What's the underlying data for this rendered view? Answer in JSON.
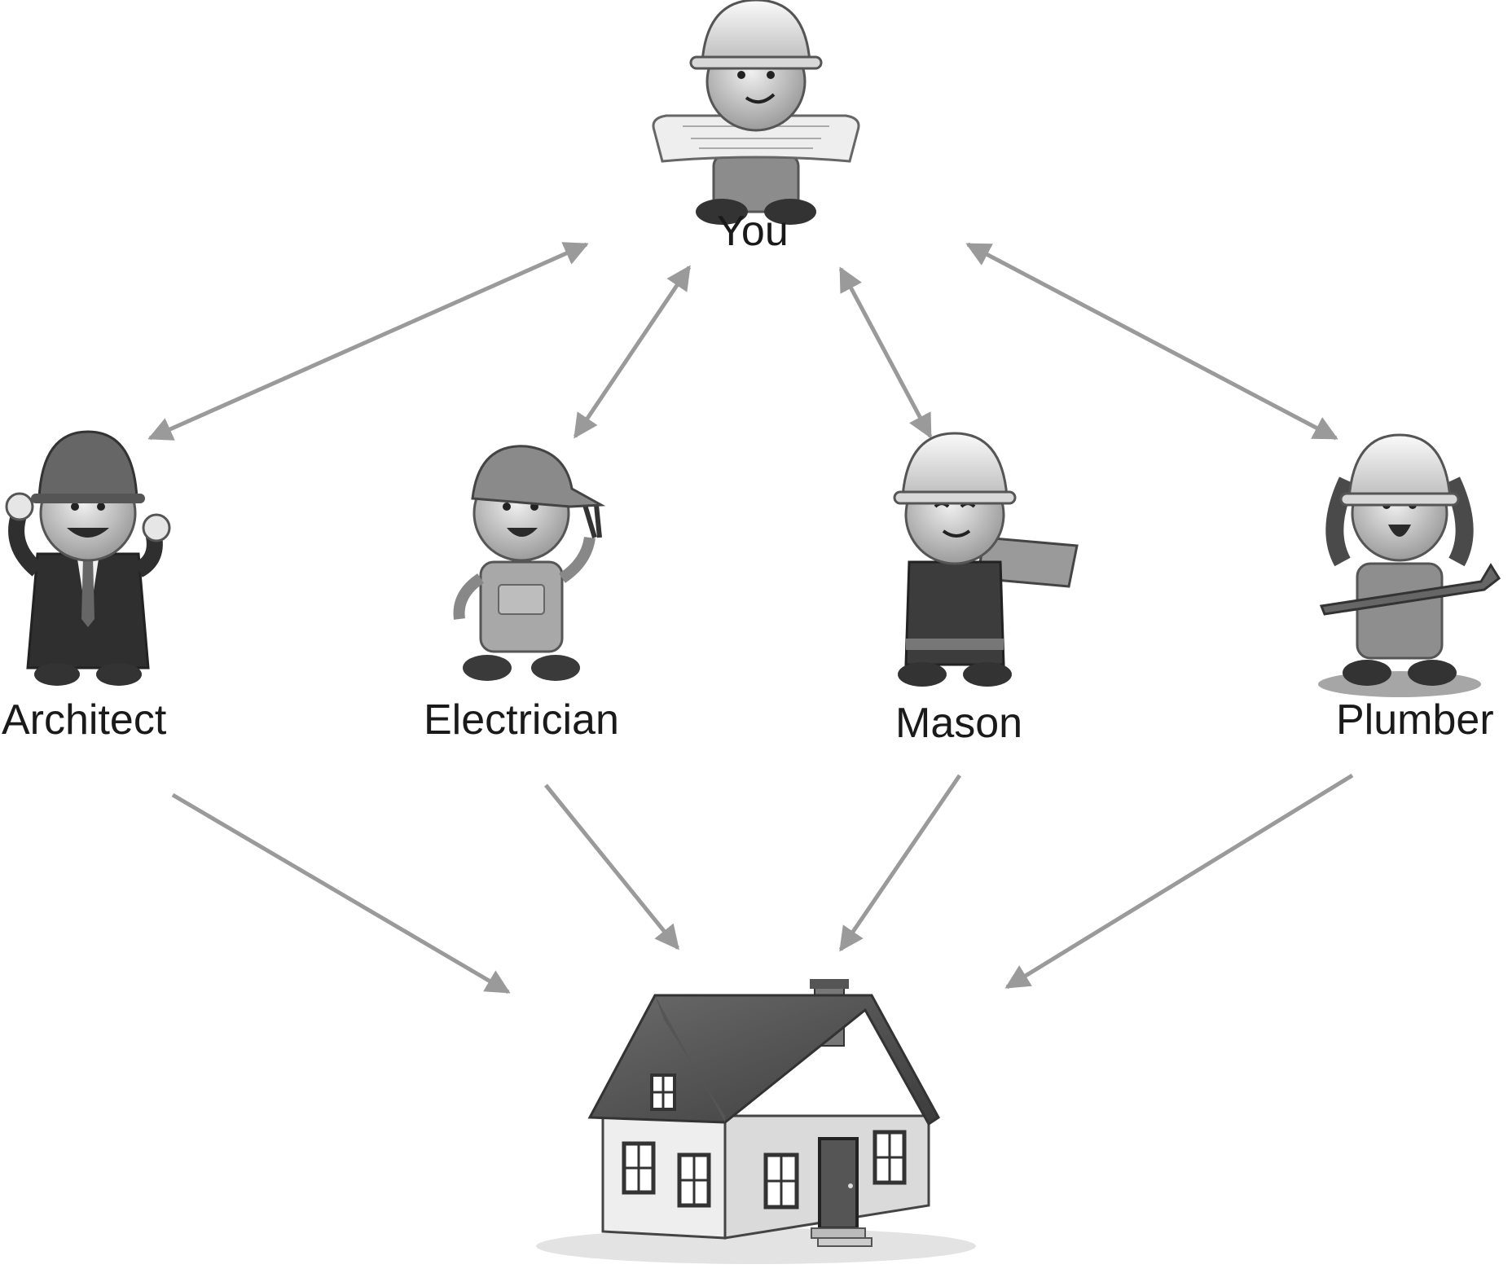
{
  "diagram": {
    "top_node": {
      "label": "You",
      "icon": "contractor-with-blueprint-icon"
    },
    "trades": [
      {
        "label": "Architect",
        "icon": "architect-icon"
      },
      {
        "label": "Electrician",
        "icon": "electrician-icon"
      },
      {
        "label": "Mason",
        "icon": "mason-icon"
      },
      {
        "label": "Plumber",
        "icon": "plumber-icon"
      }
    ],
    "target_node": {
      "icon": "house-icon"
    },
    "colors": {
      "arrow": "#9a9a9a",
      "text": "#1a1a1a",
      "roof": "#555555",
      "wall": "#e8e8e8"
    }
  }
}
